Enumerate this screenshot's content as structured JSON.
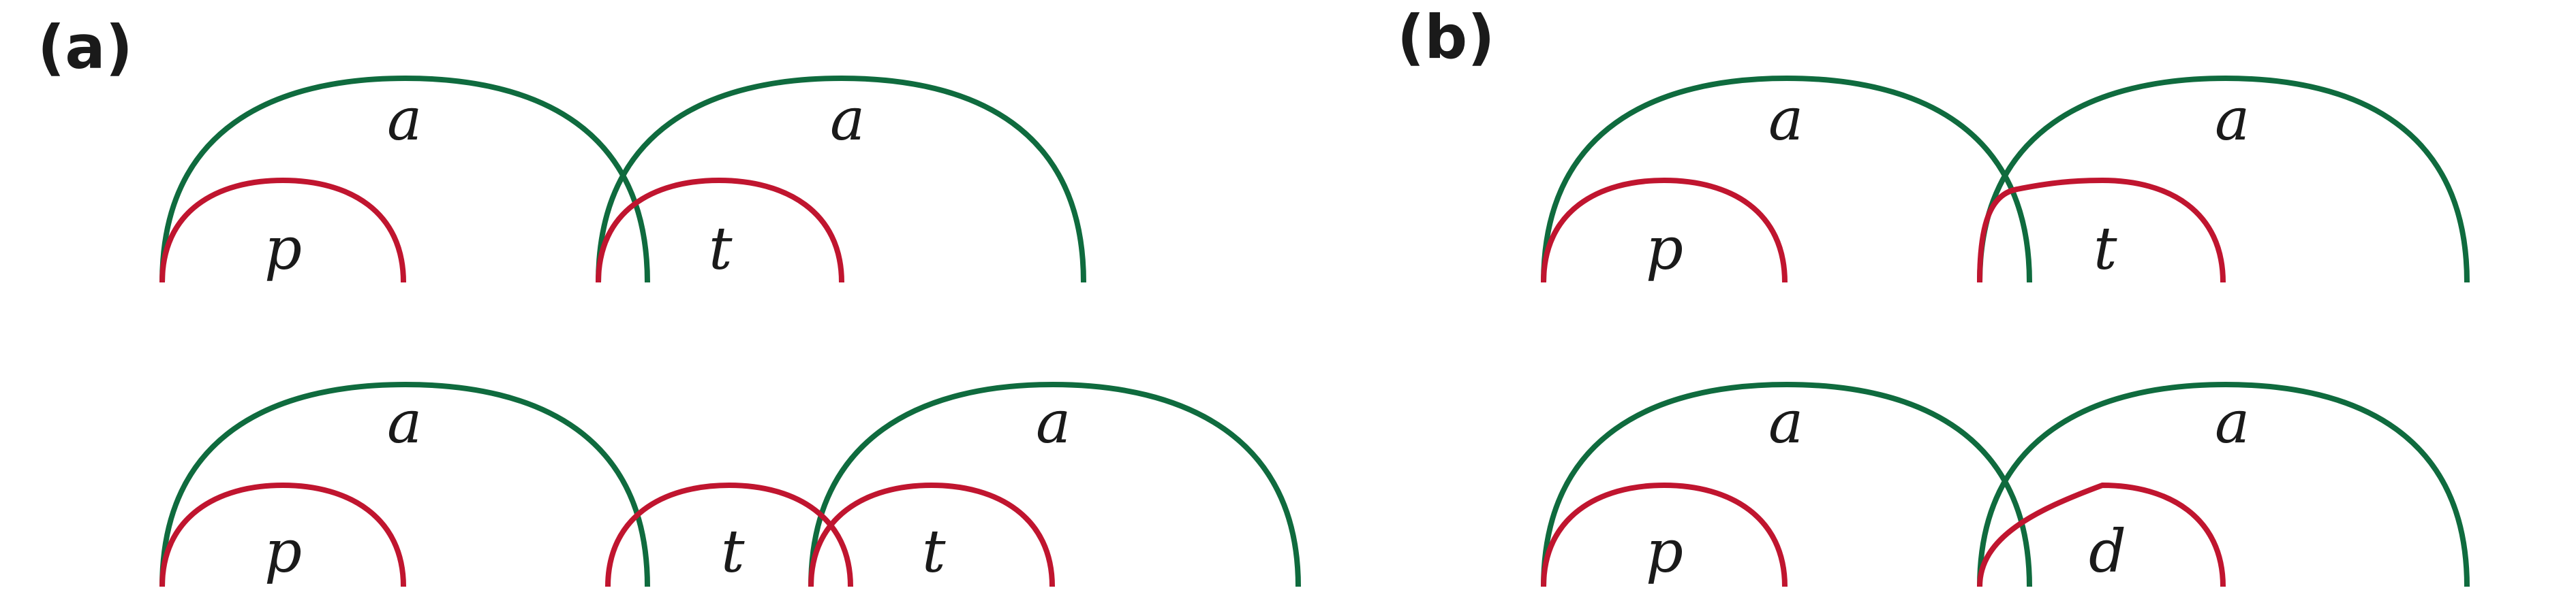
{
  "colors": {
    "green": "#0f6b3e",
    "red": "#c0152f",
    "text": "#1a1a1a"
  },
  "panels": {
    "a": {
      "label": "(a)"
    },
    "b": {
      "label": "(b)"
    }
  },
  "arc_labels": {
    "a_top_green_1": "a",
    "a_top_green_2": "a",
    "a_top_red_1": "p",
    "a_top_red_2": "t",
    "a_bot_green_1": "a",
    "a_bot_green_2": "a",
    "a_bot_red_1": "p",
    "a_bot_red_2": "t",
    "a_bot_red_3": "t",
    "b_top_green_1": "a",
    "b_top_green_2": "a",
    "b_top_red_1": "p",
    "b_top_red_2": "t",
    "b_bot_green_1": "a",
    "b_bot_green_2": "a",
    "b_bot_red_1": "p",
    "b_bot_red_2": "d"
  }
}
